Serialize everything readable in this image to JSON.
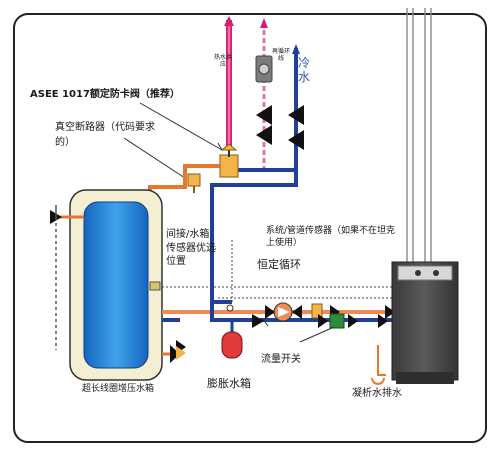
{
  "labels": {
    "hot_water_supply": "热水供应",
    "recirc": "再循环线",
    "cold_water": "冷水",
    "asee_valve": "ASEE 1017额定防卡阀（推荐）",
    "vacuum_breaker": "真空断路器（代码要求的）",
    "indirect_sensor": "间接/水箱传感器优选位置",
    "system_sensor": "系统/管道传感器（如果不在坦克上使用）",
    "constant_circulation": "恒定循环",
    "tank_name": "超长线圈增压水箱",
    "expansion_tank": "膨胀水箱",
    "flow_switch": "流量开关",
    "condensate_drain": "凝析水排水"
  },
  "colors": {
    "hot_pipe": "#e8739a",
    "hot_pipe_dark": "#d81b73",
    "orange_pipe": "#e8772e",
    "supply_pipe": "#f08a54",
    "return_pipe": "#1f3f99",
    "tank_fill": "#1e73c9",
    "tank_shell": "#f4efd3",
    "boiler_body": "#4a4a4a",
    "frame_border": "#222222"
  }
}
